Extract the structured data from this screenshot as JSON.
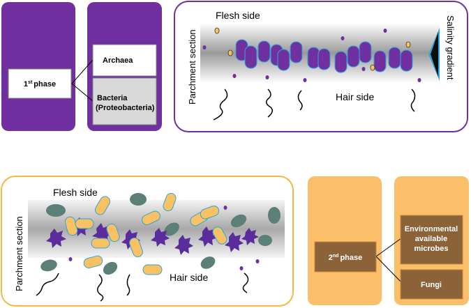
{
  "phase1": {
    "phase_label": "1st phase",
    "phase_main": "1",
    "phase_sup": "st",
    "phase_word": "phase",
    "archaea": "Archaea",
    "bacteria_line1": "Bacteria",
    "bacteria_line2": "(Proteobacteria)",
    "flesh_side": "Flesh side",
    "hair_side": "Hair side",
    "section_label": "Parchment section",
    "gradient_label": "Salinity gradient"
  },
  "phase2": {
    "phase_label": "2nd phase",
    "phase_main": "2",
    "phase_sup": "nd",
    "phase_word": "phase",
    "env_line1": "Environmental",
    "env_line2": "available",
    "env_line3": "microbes",
    "fungi": "Fungi",
    "flesh_side": "Flesh side",
    "hair_side": "Hair side",
    "section_label": "Parchment section"
  },
  "colors": {
    "purple": "#7030A0",
    "orange": "#FBBF6A",
    "brown": "#8C6239",
    "rod_fill": "#7030A0",
    "rod_outline": "#2EA7D8",
    "yellow_cell": "#F7C164",
    "teal_cell": "#5C7F78",
    "star_cell": "#5B2C9B"
  }
}
